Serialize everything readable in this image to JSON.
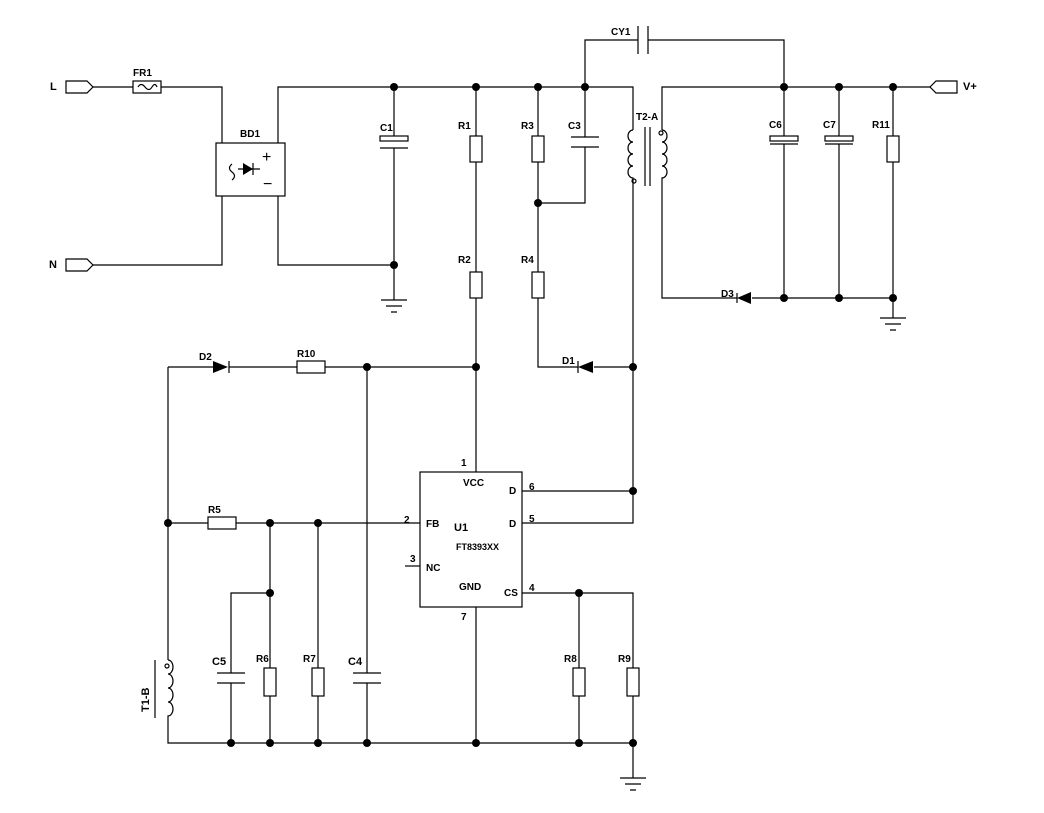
{
  "terminals": {
    "l": "L",
    "n": "N",
    "vplus": "V+"
  },
  "labels": {
    "fr1": "FR1",
    "bd1": "BD1",
    "bd1_plus": "+",
    "bd1_minus": "−",
    "c1": "C1",
    "r1": "R1",
    "r2": "R2",
    "r3": "R3",
    "r4": "R4",
    "c3": "C3",
    "cy1": "CY1",
    "t2a": "T2-A",
    "c6": "C6",
    "c7": "C7",
    "r11": "R11",
    "d1": "D1",
    "d2": "D2",
    "d3": "D3",
    "r10": "R10",
    "r5": "R5",
    "r6": "R6",
    "r7": "R7",
    "c4": "C4",
    "c5": "C5",
    "r8": "R8",
    "r9": "R9",
    "t1b": "T1-B"
  },
  "ic": {
    "ref": "U1",
    "part": "FT8393XX",
    "pins": {
      "vcc": "VCC",
      "fb": "FB",
      "nc": "NC",
      "gnd": "GND",
      "d6": "D",
      "d5": "D",
      "cs": "CS",
      "n1": "1",
      "n2": "2",
      "n3": "3",
      "n4": "4",
      "n5": "5",
      "n6": "6",
      "n7": "7"
    }
  }
}
